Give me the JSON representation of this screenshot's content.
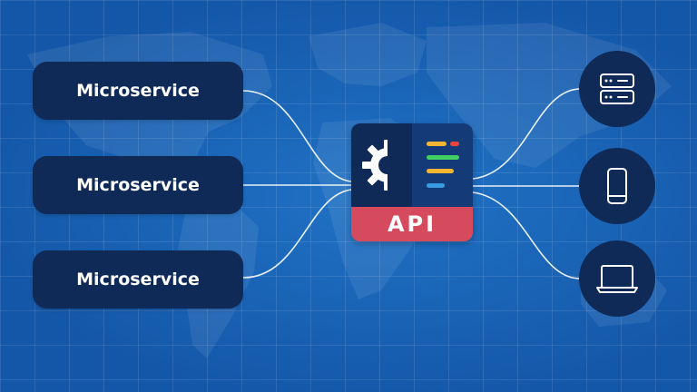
{
  "services": [
    {
      "label": "Microservice"
    },
    {
      "label": "Microservice"
    },
    {
      "label": "Microservice"
    }
  ],
  "gateway": {
    "label": "API",
    "icon": "gear-icon",
    "list_colors": [
      "#f2b632",
      "#e8463f",
      "#3fcf63",
      "#3a9be0"
    ]
  },
  "clients": [
    {
      "icon": "server-icon"
    },
    {
      "icon": "smartphone-icon"
    },
    {
      "icon": "laptop-icon"
    }
  ],
  "colors": {
    "background": "#1a66b8",
    "node": "#0f2a57",
    "api_label": "#d64a5d",
    "connector": "#ffffff"
  }
}
